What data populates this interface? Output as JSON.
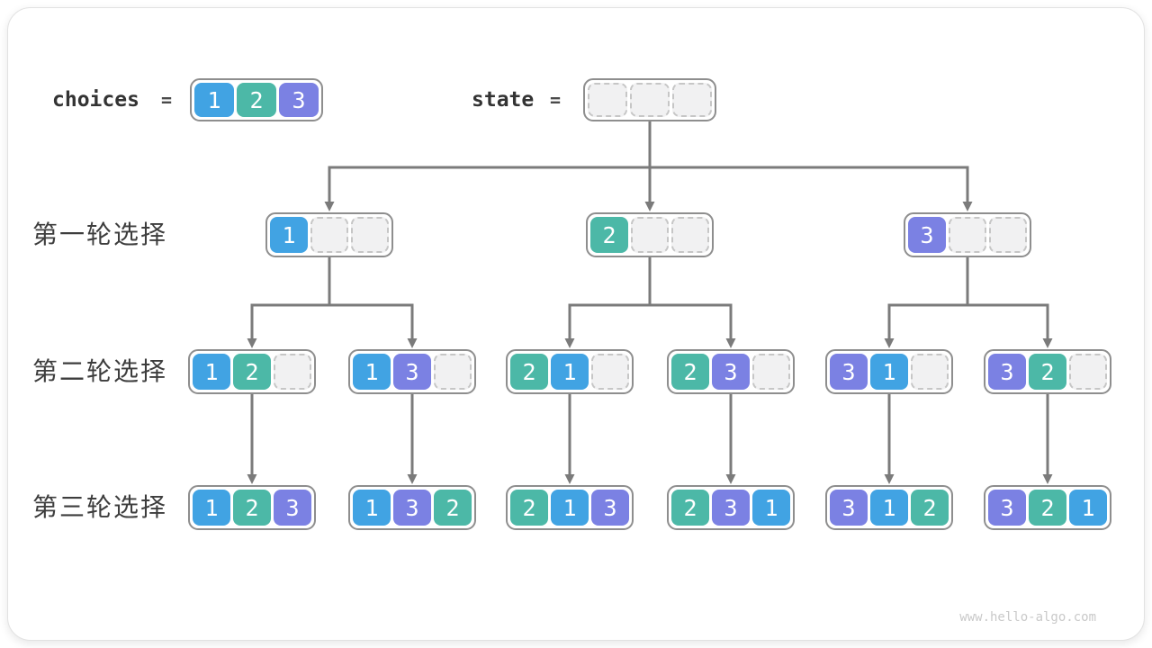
{
  "page": {
    "watermark": "www.hello-algo.com"
  },
  "colors": {
    "1": "#41a3e3",
    "2": "#4cb8a7",
    "3": "#7b81e3",
    "empty_fill": "#f1f1f2",
    "empty_border": "#c6c6c6",
    "container_border": "#8e8e8e",
    "arrow": "#7b7b7b",
    "label_text": "#3d3d3d"
  },
  "header": {
    "choices_label": "choices",
    "equals": "=",
    "choices_cells": [
      "1",
      "2",
      "3"
    ],
    "state_label": "state",
    "state_cells": [
      "",
      "",
      ""
    ]
  },
  "rows": [
    {
      "label": "第一轮选择",
      "nodes": [
        [
          "1",
          "",
          ""
        ],
        [
          "2",
          "",
          ""
        ],
        [
          "3",
          "",
          ""
        ]
      ]
    },
    {
      "label": "第二轮选择",
      "nodes": [
        [
          "1",
          "2",
          ""
        ],
        [
          "1",
          "3",
          ""
        ],
        [
          "2",
          "1",
          ""
        ],
        [
          "2",
          "3",
          ""
        ],
        [
          "3",
          "1",
          ""
        ],
        [
          "3",
          "2",
          ""
        ]
      ]
    },
    {
      "label": "第三轮选择",
      "nodes": [
        [
          "1",
          "2",
          "3"
        ],
        [
          "1",
          "3",
          "2"
        ],
        [
          "2",
          "1",
          "3"
        ],
        [
          "2",
          "3",
          "1"
        ],
        [
          "3",
          "1",
          "2"
        ],
        [
          "3",
          "2",
          "1"
        ]
      ]
    }
  ]
}
